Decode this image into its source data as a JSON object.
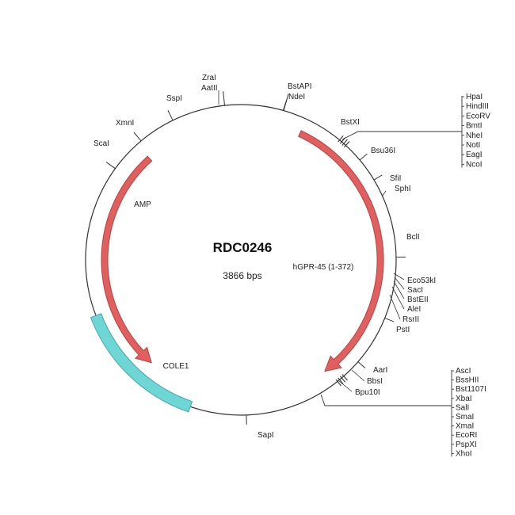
{
  "plasmid": {
    "name": "RDC0246",
    "size_label": "3866 bps"
  },
  "colors": {
    "backbone": "#333333",
    "arrow_fill": "#e06060",
    "arrow_stroke": "#b84040",
    "ori_fill": "#6fd6d6",
    "ori_stroke": "#40a8a8",
    "tick": "#333333",
    "label": "#222222"
  },
  "features": [
    {
      "id": "amp",
      "label": "AMP"
    },
    {
      "id": "hgpr",
      "label": "hGPR-45 (1-372)"
    },
    {
      "id": "cole1",
      "label": "COLE1"
    }
  ],
  "sites": [
    {
      "id": "zrai",
      "label": "ZraI"
    },
    {
      "id": "aatii",
      "label": "AatII"
    },
    {
      "id": "sspi",
      "label": "SspI"
    },
    {
      "id": "xmni",
      "label": "XmnI"
    },
    {
      "id": "scai",
      "label": "ScaI"
    },
    {
      "id": "bstapi",
      "label": "BstAPI"
    },
    {
      "id": "ndei",
      "label": "NdeI"
    },
    {
      "id": "bstxi",
      "label": "BstXI"
    },
    {
      "id": "bsu36i",
      "label": "Bsu36I"
    },
    {
      "id": "sfii",
      "label": "SfiI"
    },
    {
      "id": "sphi",
      "label": "SphI"
    },
    {
      "id": "bcli",
      "label": "BclI"
    },
    {
      "id": "eco53ki",
      "label": "Eco53kI"
    },
    {
      "id": "saci",
      "label": "SacI"
    },
    {
      "id": "bsteii",
      "label": "BstEII"
    },
    {
      "id": "alei",
      "label": "AleI"
    },
    {
      "id": "rsrii",
      "label": "RsrII"
    },
    {
      "id": "psti",
      "label": "PstI"
    },
    {
      "id": "aari",
      "label": "AarI"
    },
    {
      "id": "bbsi",
      "label": "BbsI"
    },
    {
      "id": "bpu10i",
      "label": "Bpu10I"
    },
    {
      "id": "sapi",
      "label": "SapI"
    }
  ],
  "mcs_upper": [
    "HpaI",
    "HindIII",
    "EcoRV",
    "BmtI",
    "NheI",
    "NotI",
    "EagI",
    "NcoI"
  ],
  "mcs_lower": [
    "AscI",
    "BssHII",
    "Bst1107I",
    "XbaI",
    "SalI",
    "SmaI",
    "XmaI",
    "EcoRI",
    "PspXI",
    "XhoI"
  ]
}
